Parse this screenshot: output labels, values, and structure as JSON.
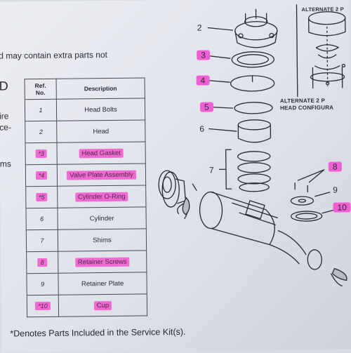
{
  "top_fragment": "d may contain extra parts not",
  "left_fragments": [
    "D",
    "ire",
    "ce-",
    "ms"
  ],
  "table": {
    "headers": {
      "ref": "Ref.\nNo.",
      "desc": "Description"
    },
    "rows": [
      {
        "ref": "1",
        "desc": "Head Bolts",
        "highlighted": false
      },
      {
        "ref": "2",
        "desc": "Head",
        "highlighted": false
      },
      {
        "ref": "*3",
        "desc": "Head Gasket",
        "highlighted": true
      },
      {
        "ref": "*4",
        "desc": "Valve Plate Assembly",
        "highlighted": true
      },
      {
        "ref": "*5",
        "desc": "Cylinder O-Ring",
        "highlighted": true
      },
      {
        "ref": "6",
        "desc": "Cylinder",
        "highlighted": false
      },
      {
        "ref": "7",
        "desc": "Shims",
        "highlighted": false
      },
      {
        "ref": "8",
        "desc": "Retainer Screws",
        "highlighted": true
      },
      {
        "ref": "9",
        "desc": "Retainer Plate",
        "highlighted": false
      },
      {
        "ref": "*10",
        "desc": "Cup",
        "highlighted": true
      }
    ]
  },
  "footnote": "*Denotes Parts Included in the Service Kit(s).",
  "diagram": {
    "callouts": [
      {
        "num": "2",
        "highlighted": false
      },
      {
        "num": "3",
        "highlighted": true
      },
      {
        "num": "4",
        "highlighted": true
      },
      {
        "num": "5",
        "highlighted": true
      },
      {
        "num": "6",
        "highlighted": false
      },
      {
        "num": "7",
        "highlighted": false
      },
      {
        "num": "8",
        "highlighted": true
      },
      {
        "num": "9",
        "highlighted": false
      },
      {
        "num": "10",
        "highlighted": true
      }
    ],
    "inset_title_top": "ALTERNATE 2 P",
    "inset_caption": [
      "ALTERNATE 2 P",
      "HEAD CONFIGURA"
    ]
  },
  "colors": {
    "highlighter": "#f05fd3",
    "paper": "#e6e8ee",
    "ink": "#2a2a35"
  }
}
